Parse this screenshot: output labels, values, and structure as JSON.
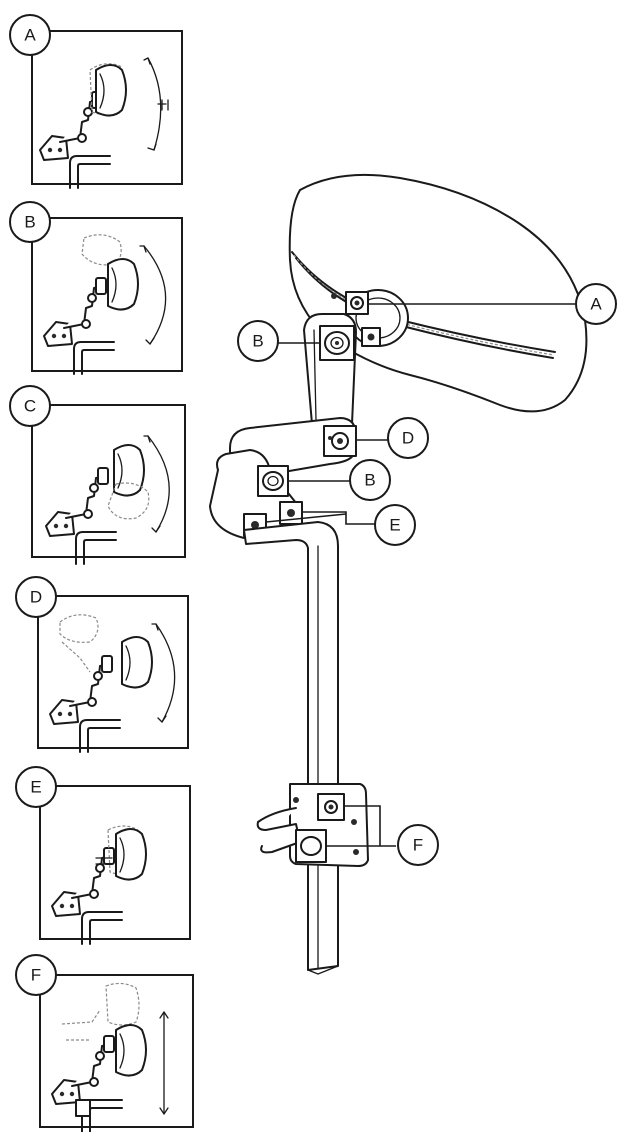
{
  "panels": [
    {
      "id": "A",
      "label": "A"
    },
    {
      "id": "B",
      "label": "B"
    },
    {
      "id": "C",
      "label": "C"
    },
    {
      "id": "D",
      "label": "D"
    },
    {
      "id": "E",
      "label": "E"
    },
    {
      "id": "F",
      "label": "F"
    }
  ],
  "callouts": [
    {
      "id": "A",
      "label": "A"
    },
    {
      "id": "B-upper",
      "label": "B"
    },
    {
      "id": "D",
      "label": "D"
    },
    {
      "id": "B-lower",
      "label": "B"
    },
    {
      "id": "E",
      "label": "E"
    },
    {
      "id": "F",
      "label": "F"
    }
  ],
  "colors": {
    "ink": "#1a1a1a",
    "background": "#ffffff",
    "ghost": "#8a8a8a"
  }
}
